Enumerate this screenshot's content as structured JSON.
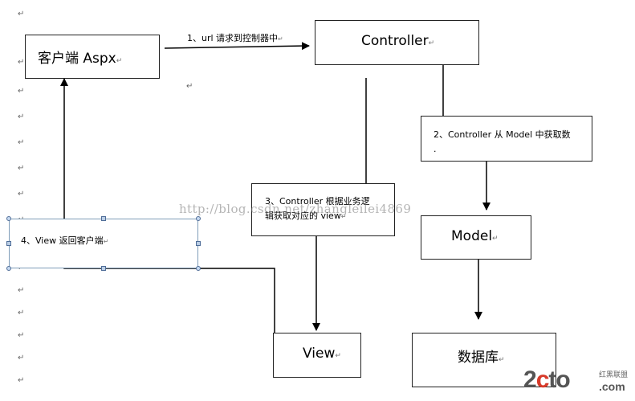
{
  "nodes": {
    "client": "客户端 Aspx",
    "controller": "Controller",
    "model": "Model",
    "view": "View",
    "database": "数据库"
  },
  "steps": {
    "step1": "1、url 请求到控制器中",
    "step2_line1": "2、Controller 从 Model 中获取数",
    "step2_line2": ".",
    "step3_line1": "3、Controller  根据业务逻",
    "step3_line2": "辑获取对应的 view",
    "step4": "4、View 返回客户端"
  },
  "para_mark": "↵",
  "watermark": "http://blog.csdn.net/zhangleilei4869",
  "logo": {
    "main_prefix": "2",
    "main_highlight": "c",
    "main_suffix": "to",
    "cn": "红黑联盟",
    "com": ".com"
  }
}
